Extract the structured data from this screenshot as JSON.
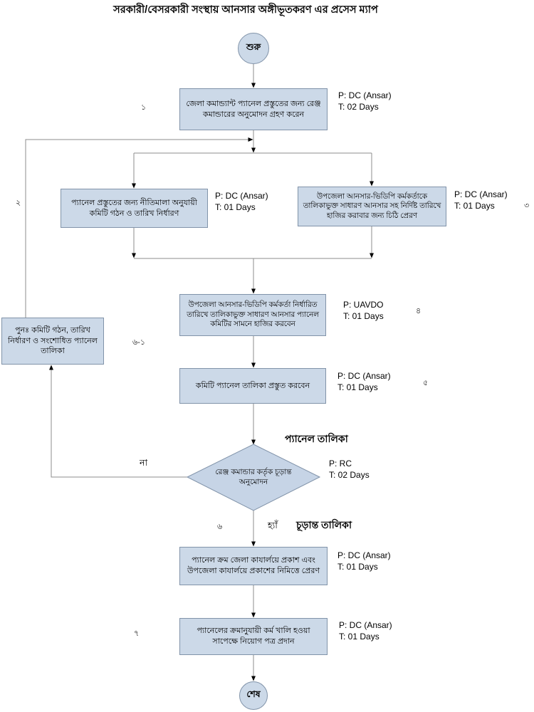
{
  "title": "সরকারী/বেসরকারী সংস্থায় আনসার অঙ্গীভূতকরণ এর প্রসেস ম্যাপ",
  "colors": {
    "node_fill": "#ccd9e8",
    "node_border": "#8193a9",
    "connector": "#8c8c8c",
    "arrowhead": "#000000"
  },
  "nodes": {
    "start": {
      "label": "শুরু"
    },
    "step1": {
      "seq": "১",
      "text": "জেলা কমান্ড্যান্ট প্যানেল প্রস্তুতের জন্য রেঞ্জ কমান্ডারের অনুমোদন গ্রহণ করেন",
      "p": "P: DC (Ansar)",
      "t": "T: 02 Days"
    },
    "step2": {
      "seq": "২",
      "text": "প্যানেল প্রস্তুতের জন্য নীতিমালা অনুযায়ী কমিটি গঠন ও তারিখ নির্ধারণ",
      "p": "P: DC (Ansar)",
      "t": "T: 01 Days"
    },
    "step3": {
      "seq": "৩",
      "text": "উপজেলা আনসার-ভিডিপি কর্মকর্তাকে তালিকাভুক্ত সাধারণ আনসার সহ নির্দিষ্ট তারিখে হাজির করাবার জন্য চিঠি প্রেরণ",
      "p": "P: DC (Ansar)",
      "t": "T: 01 Days"
    },
    "step4": {
      "seq": "৪",
      "text": "উপজেলা আনসার-ভিডিপি কর্মকর্তা নির্ধারিত তারিখে তালিকাভুক্ত সাধারণ আনসার প্যানেল কমিটির সামনে হাজির করবেন",
      "p": "P: UAVDO",
      "t": "T: 01 Days"
    },
    "rework": {
      "seq": "৬-১",
      "text": "পুনঃ  কমিটি গঠন, তারিখ নির্ধারণ ও সংশোধিত প্যানেল তালিকা"
    },
    "step5": {
      "seq": "৫",
      "text": "কমিটি প্যানেল তালিকা প্রস্তুত করবেন",
      "p": "P: DC (Ansar)",
      "t": "T: 01 Days"
    },
    "decision": {
      "seq": "৬",
      "text": "রেঞ্জ কমান্ডার কর্তৃক চূড়ান্ত অনুমোদন",
      "p": "P: RC",
      "t": "T: 02 Days"
    },
    "step6": {
      "text": "প্যানেল ক্রম জেলা কাযার্লয়ে প্রকাশ এবং উপজেলা কাযার্লয়ে প্রকাশের নিমিত্তে প্রেরণ",
      "p": "P: DC (Ansar)",
      "t": "T: 01 Days"
    },
    "step7": {
      "seq": "৭",
      "text": "প্যানেলের ক্রমানুযায়ী কর্ম খালি হওয়া সাপেক্ষে নিয়োগ পত্র প্রদান",
      "p": "P: DC (Ansar)",
      "t": "T: 01 Days"
    },
    "end": {
      "label": "শেষ"
    }
  },
  "edge_labels": {
    "panel_list": "প্যানেল তালিকা",
    "no": "না",
    "yes": "হ্যাঁ",
    "final_list": "চূড়ান্ত তালিকা"
  }
}
